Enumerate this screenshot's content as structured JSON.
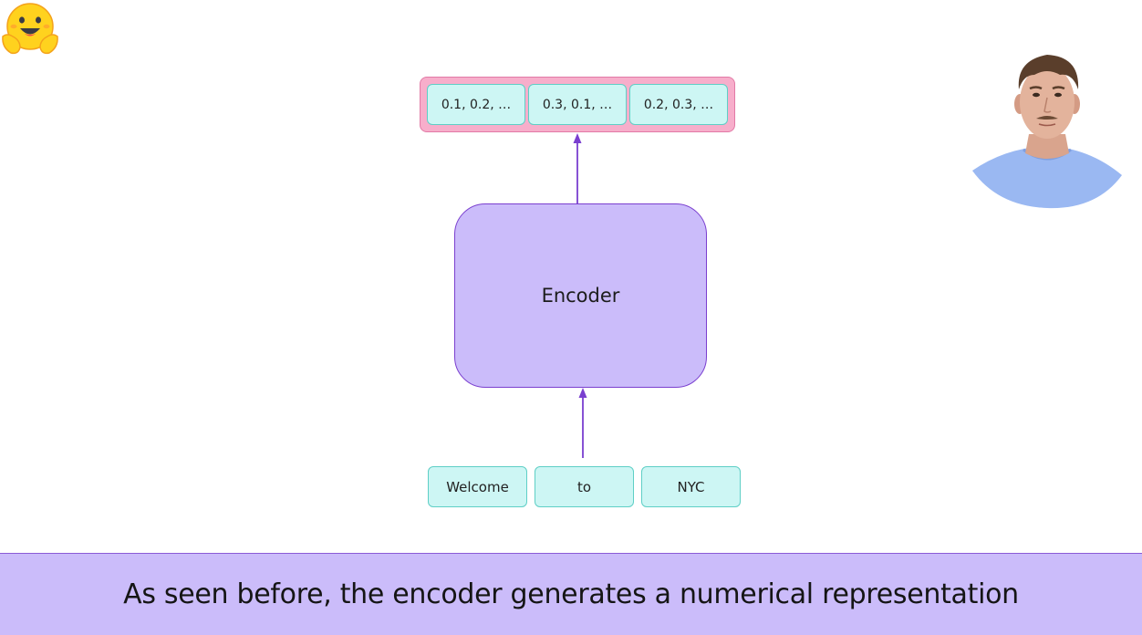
{
  "logo": {
    "icon": "hugging-face-icon"
  },
  "output_vectors": [
    {
      "label": "0.1, 0.2, …"
    },
    {
      "label": "0.3, 0.1, …"
    },
    {
      "label": "0.2, 0.3, …"
    }
  ],
  "encoder": {
    "label": "Encoder"
  },
  "input_tokens": [
    {
      "label": "Welcome"
    },
    {
      "label": "to"
    },
    {
      "label": "NYC"
    }
  ],
  "presenter": {
    "icon": "presenter-avatar-icon"
  },
  "caption": {
    "text": "As seen before, the encoder generates a numerical representation"
  },
  "colors": {
    "token_fill": "#cdf6f4",
    "token_border": "#5fcfc6",
    "output_container": "#f7aecb",
    "encoder_fill": "#cbbcfa",
    "arrow": "#7a3fcf",
    "caption_bar": "#cbbcfa"
  }
}
